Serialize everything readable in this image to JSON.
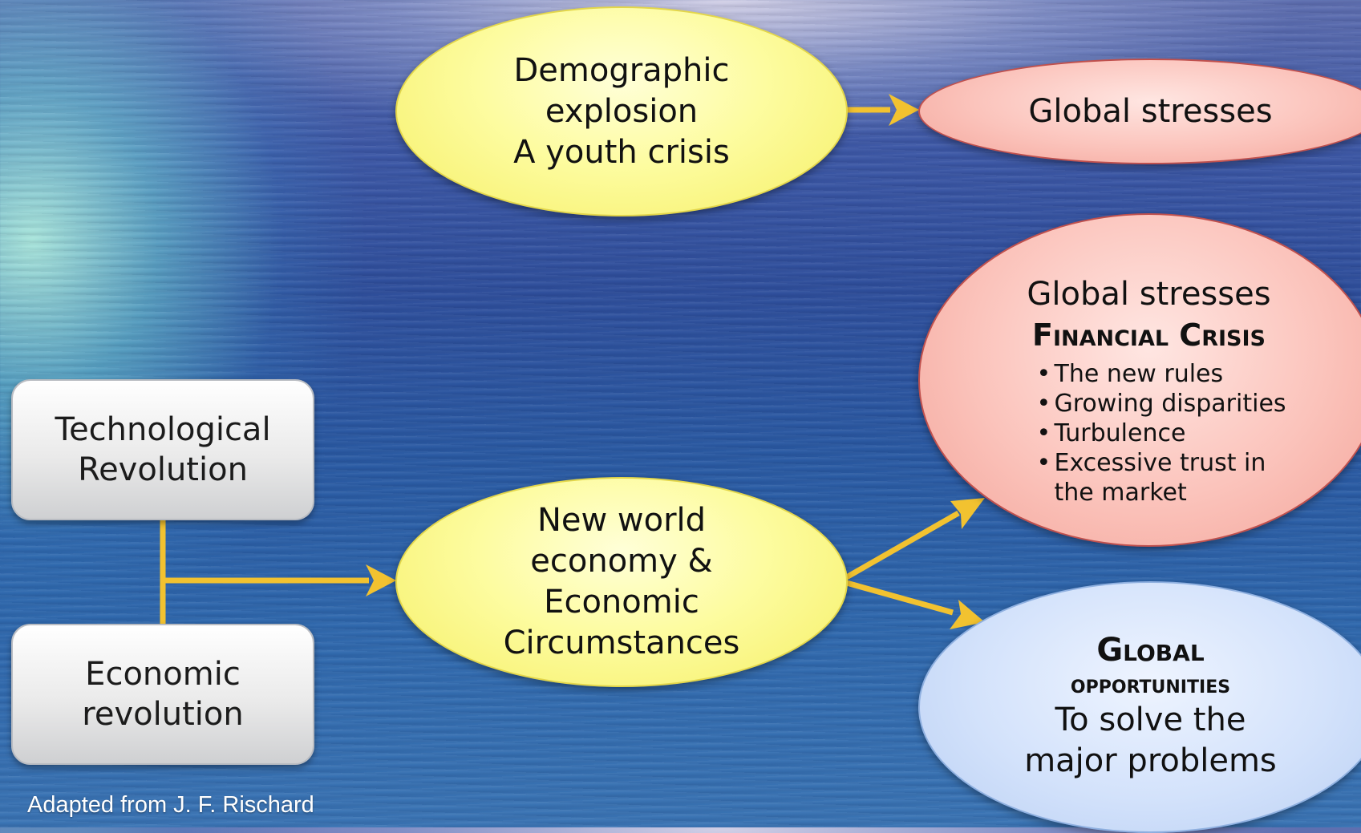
{
  "boxes": {
    "tech": [
      "Technological",
      "Revolution"
    ],
    "econ": [
      "Economic",
      "revolution"
    ]
  },
  "demographic": [
    "Demographic",
    "explosion",
    "A youth crisis"
  ],
  "new_world": [
    "New world",
    "economy &",
    "Economic",
    "Circumstances"
  ],
  "global_stresses_top": "Global stresses",
  "financial": {
    "heading": "Global stresses",
    "subheading": "Financial Crisis",
    "bullets": [
      "The new rules",
      "Growing disparities",
      "Turbulence",
      "Excessive trust in the market"
    ]
  },
  "opportunities": {
    "heading_1": "Global",
    "heading_2": "opportunities",
    "body": [
      "To solve the",
      "major problems"
    ]
  },
  "credit": "Adapted from J. F. Rischard",
  "colors": {
    "arrow": "#f2c230",
    "yellow_node": "#fdfca0",
    "red_node": "#fbc3bb",
    "blue_node": "#d3e2fb",
    "box": "#e6e6e6"
  }
}
